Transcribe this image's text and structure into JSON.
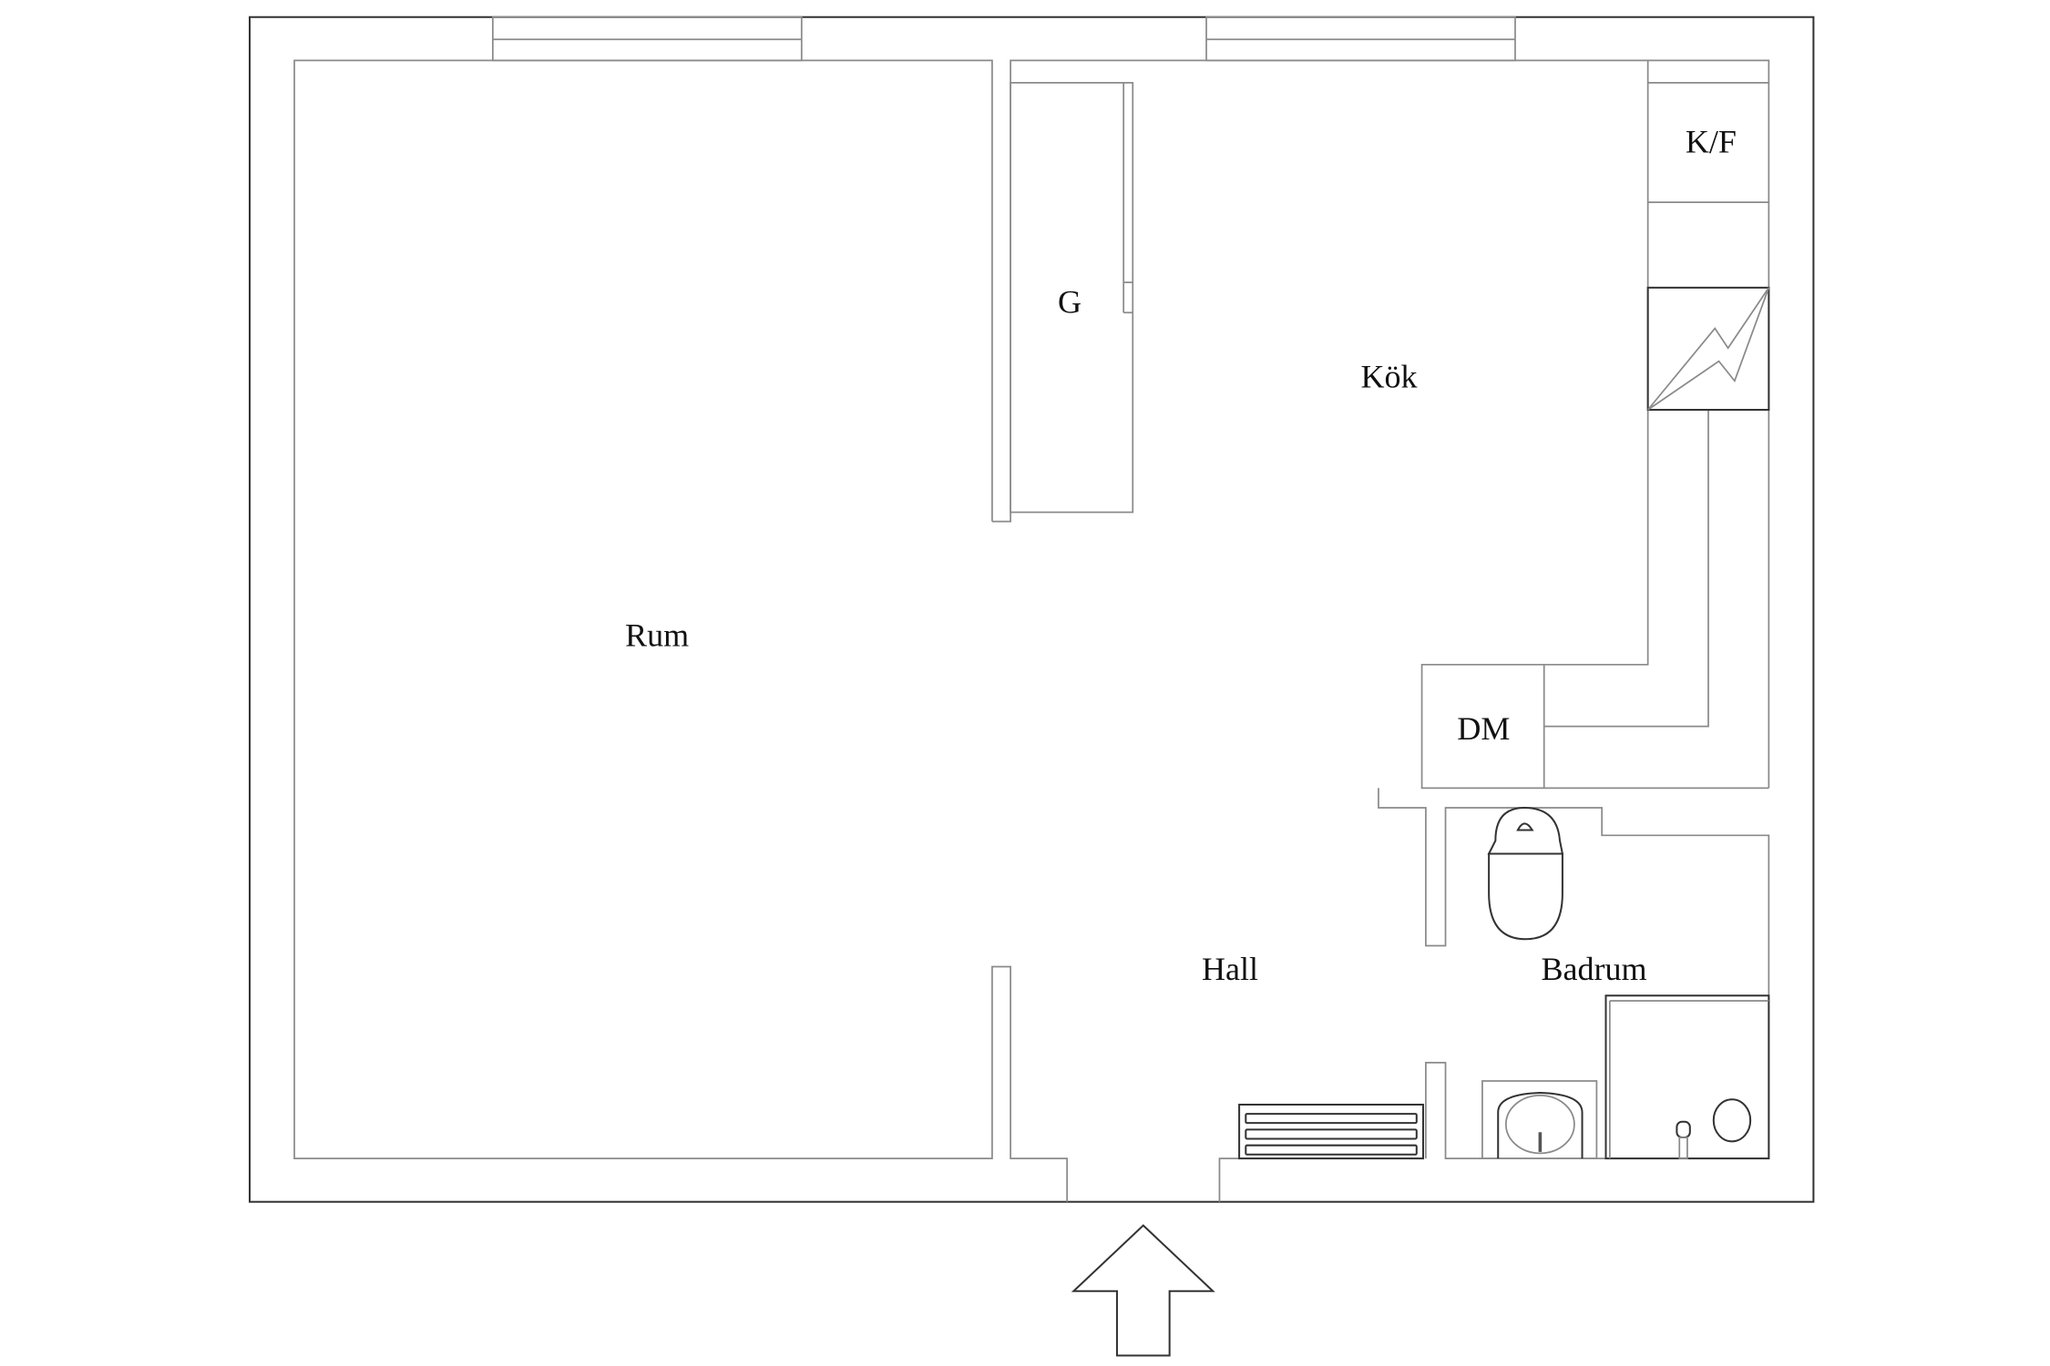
{
  "rooms": {
    "rum": "Rum",
    "garderob": "G",
    "kok": "Kök",
    "kyl_frys": "K/F",
    "diskmaskin": "DM",
    "hall": "Hall",
    "badrum": "Badrum"
  },
  "colors": {
    "wall_line": "#8a8a8a",
    "outline": "#333333",
    "text": "#111111"
  }
}
